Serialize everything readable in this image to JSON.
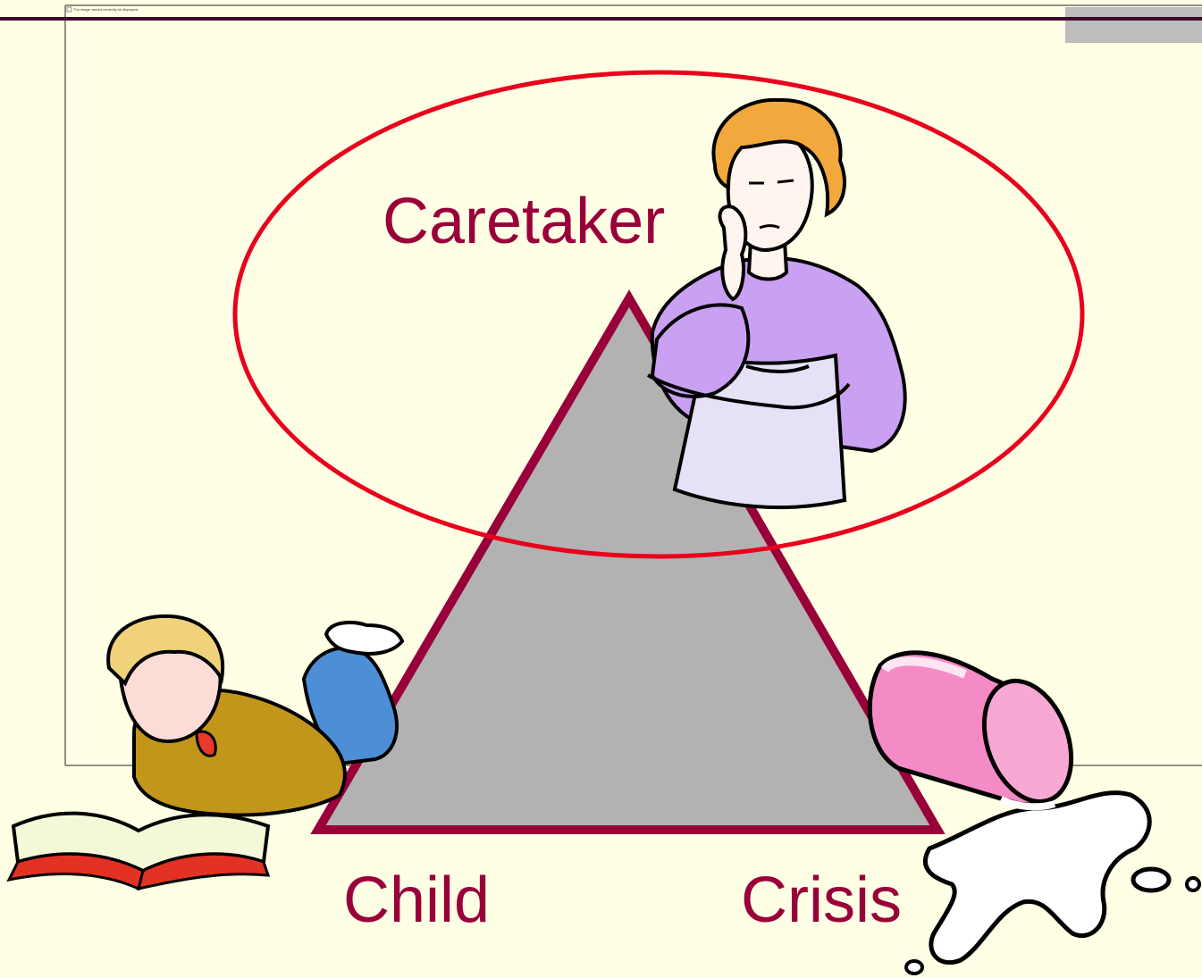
{
  "diagram": {
    "nodes": {
      "caretaker": "Caretaker",
      "child": "Child",
      "crisis": "Crisis"
    },
    "highlight": "caretaker"
  },
  "placeholder_image": {
    "broken_text": "The image cannot currently be displayed."
  },
  "colors": {
    "background": "#FFFFE5",
    "label_text": "#99003A",
    "triangle_fill": "#B2B2B2",
    "triangle_stroke": "#99003A",
    "highlight_ellipse": "#E8001C",
    "top_rule": "#3B0A2A",
    "corner_block": "#BDBDBD"
  },
  "icons": {
    "caretaker": "thinking-woman-clipart-icon",
    "child": "boy-reading-book-clipart-icon",
    "crisis": "spilled-milk-glass-clipart-icon"
  }
}
